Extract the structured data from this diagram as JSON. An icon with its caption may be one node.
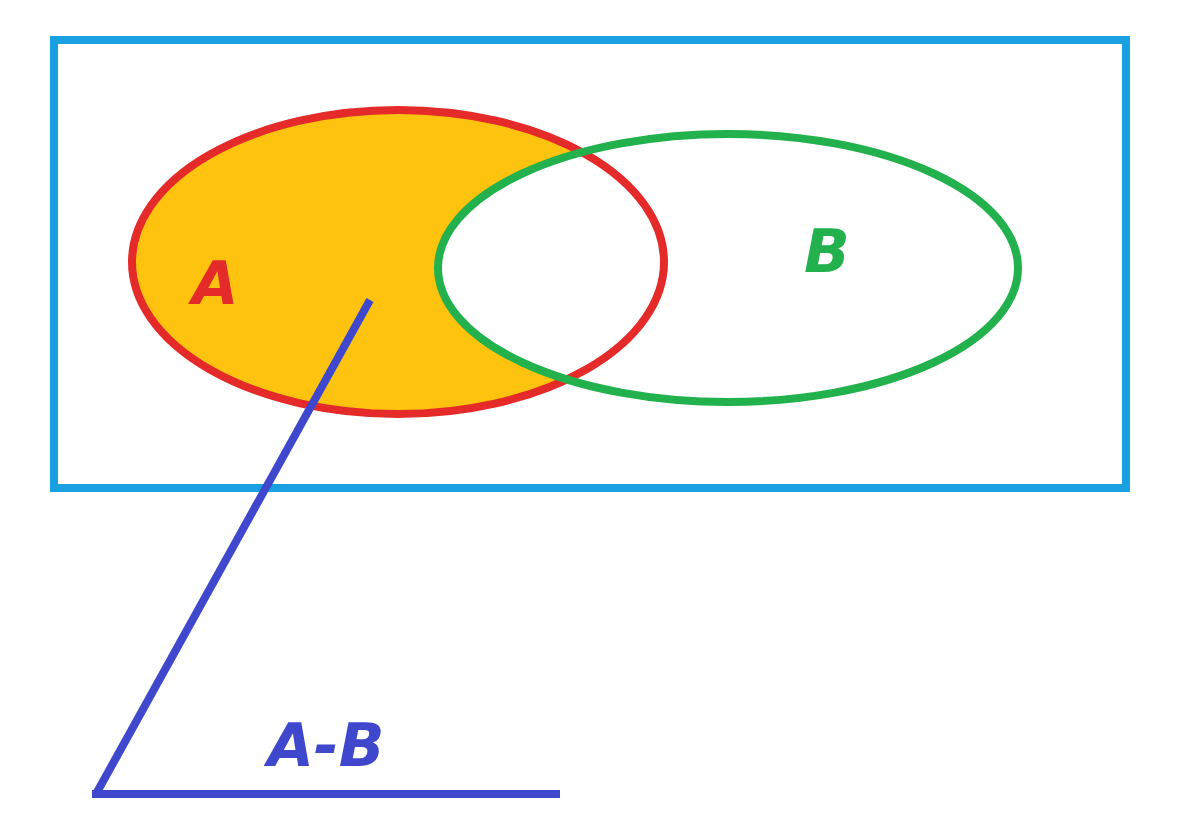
{
  "diagram": {
    "nodes": [
      {
        "text": [],
        "shape": "box"
      },
      {
        "text": [
          "A"
        ],
        "in": 0
      },
      {
        "text": [],
        "shape": "crescent",
        "in": 1
      },
      {
        "text": [
          "B"
        ],
        "in": 0
      },
      {
        "text": [
          "A-B"
        ]
      }
    ],
    "edges": [
      {
        "from": 4,
        "to": 2,
        "arrow": "none"
      }
    ]
  }
}
